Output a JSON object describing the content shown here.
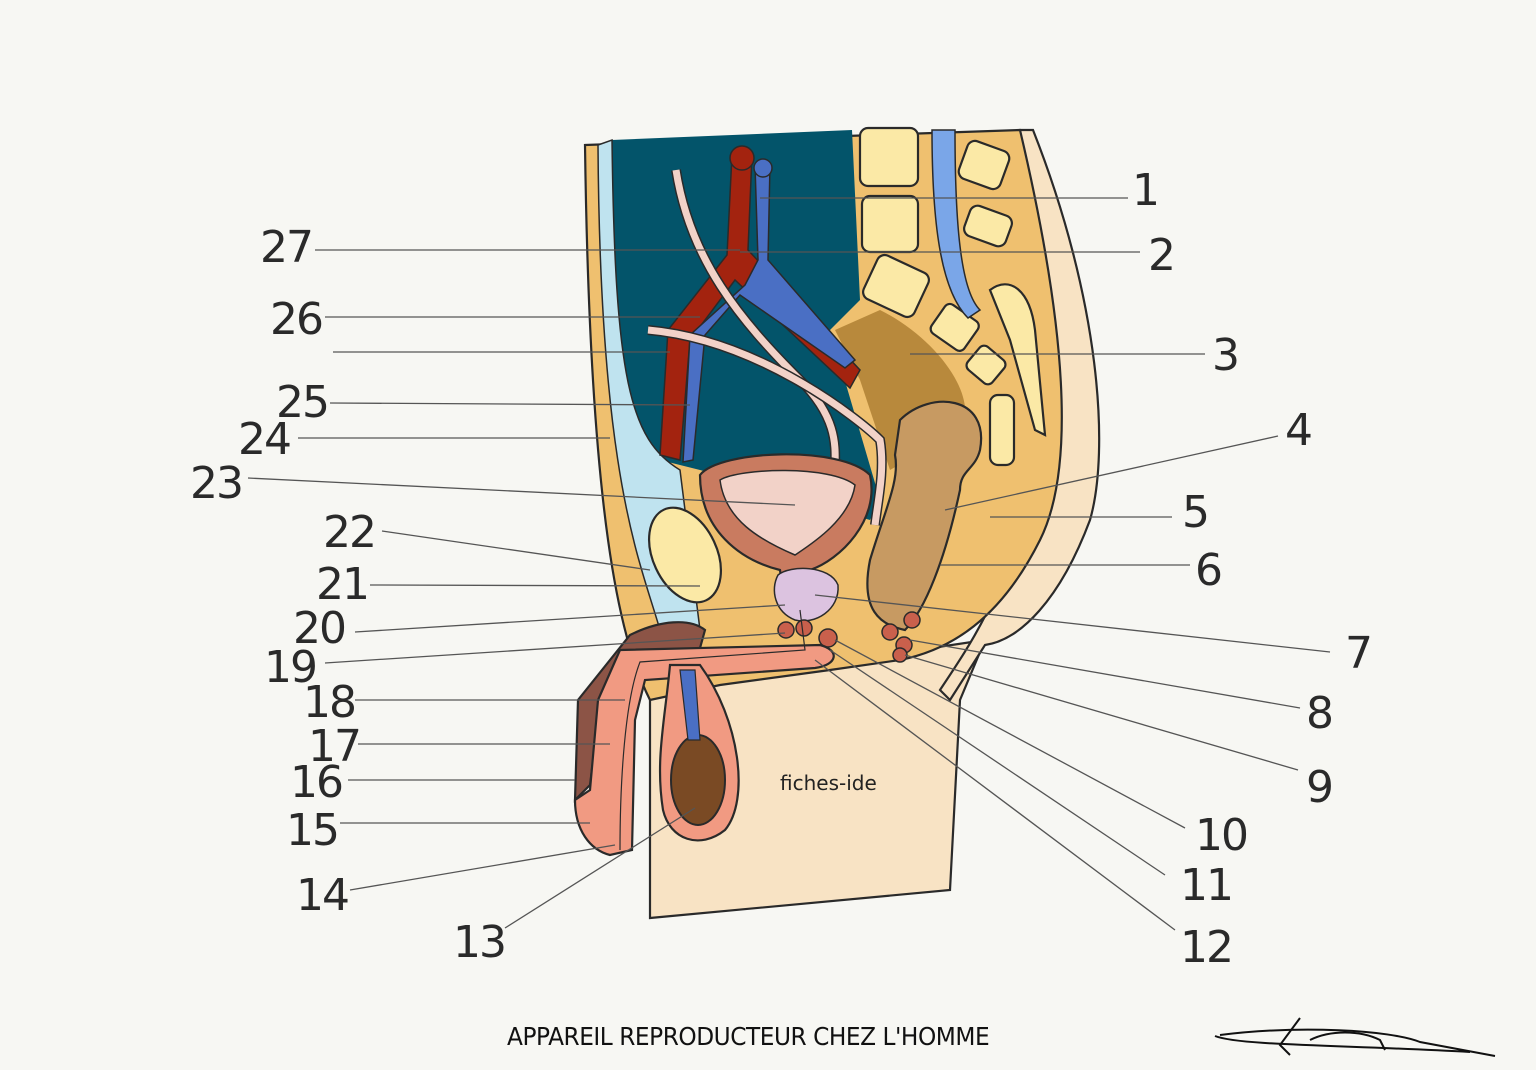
{
  "title": "APPAREIL REPRODUCTEUR CHEZ L'HOMME",
  "watermark": "fiches-ide",
  "signature": "Léana",
  "labels": [
    "1",
    "2",
    "3",
    "4",
    "5",
    "6",
    "7",
    "8",
    "9",
    "10",
    "11",
    "12",
    "13",
    "14",
    "15",
    "16",
    "17",
    "18",
    "19",
    "20",
    "21",
    "22",
    "23",
    "24",
    "25",
    "26",
    "27"
  ],
  "colors": {
    "background": "#f7f7f3",
    "abdomen": "#03546a",
    "tissue": "#efc06f",
    "skin": "#f8e3c4",
    "artery": "#a3230f",
    "vein": "#4a6fc4",
    "bladder": "#f2d2c8",
    "rectum": "#c79a62",
    "bone": "#fbe9a6"
  }
}
